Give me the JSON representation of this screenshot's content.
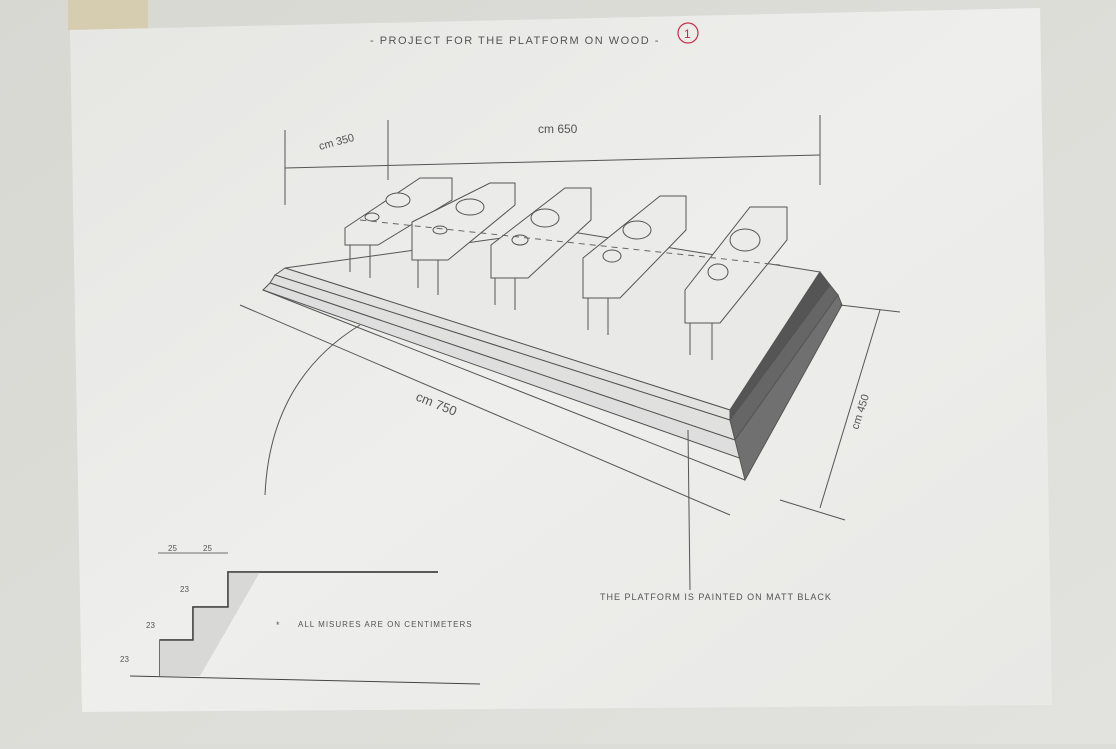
{
  "drawing": {
    "title": "- PROJECT FOR THE PLATFORM ON WOOD -",
    "sheet_number": "1",
    "dimensions": {
      "speaker_spacing": "cm 350",
      "speakers_span": "cm 650",
      "platform_length": "cm 750",
      "platform_depth": "cm 450"
    },
    "section_dimensions": {
      "step_width_1": "25",
      "step_width_2": "25",
      "step_height_1": "23",
      "step_height_2": "23",
      "step_height_3": "23"
    },
    "note_measures": "ALL MISURES ARE ON CENTIMETERS",
    "note_paint": "THE PLATFORM IS PAINTED ON MATT BLACK",
    "colors": {
      "wall": "#dcdcd8",
      "paper": "#ececea",
      "pencil": "#555555",
      "red_ink": "#c0304a"
    }
  }
}
